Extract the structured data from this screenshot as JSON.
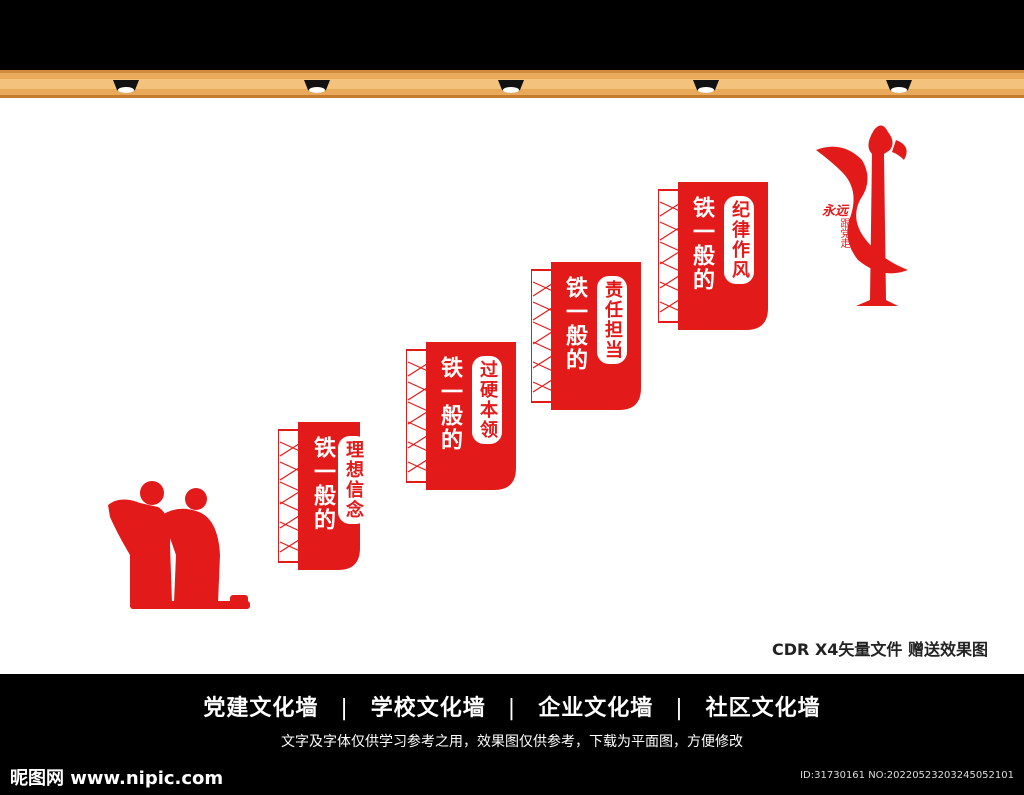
{
  "colors": {
    "accent_red": "#e21a1a",
    "rail": "#e9a95a",
    "background": "#000000",
    "wall": "#ffffff"
  },
  "panels": [
    {
      "big": "铁一般的",
      "small": "理想信念"
    },
    {
      "big": "铁一般的",
      "small": "过硬本领"
    },
    {
      "big": "铁一般的",
      "small": "责任担当"
    },
    {
      "big": "铁一般的",
      "small": "纪律作风"
    }
  ],
  "emblem": {
    "text_line1": "永远",
    "text_line2": "跟党走"
  },
  "caption": "CDR X4矢量文件  赠送效果图",
  "footer": {
    "tags": [
      "党建文化墙",
      "学校文化墙",
      "企业文化墙",
      "社区文化墙"
    ],
    "separator": "|",
    "note": "文字及字体仅供学习参考之用，效果图仅供参考，下载为平面图，方便修改",
    "watermark": "昵图网 www.nipic.com",
    "id_line": "ID:31730161 NO:20220523203245052101"
  }
}
